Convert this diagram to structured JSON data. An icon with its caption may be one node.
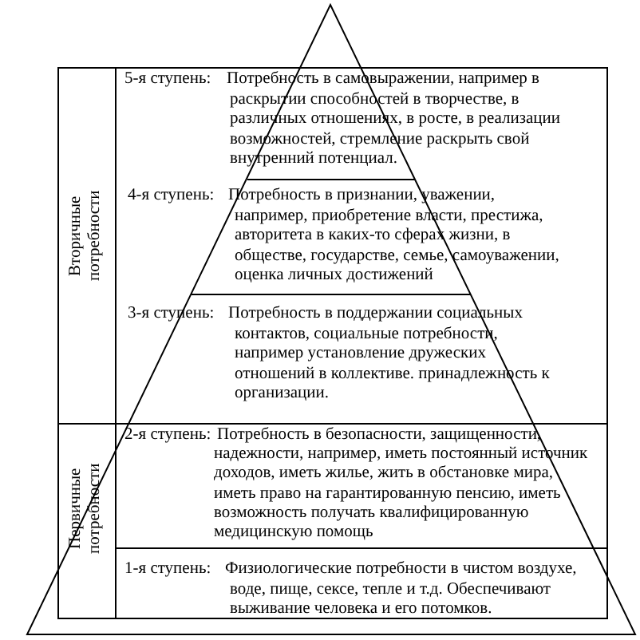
{
  "diagram": {
    "nodes": [
      {
        "text": [
          "Вторичные потребности"
        ]
      },
      {
        "text": [
          "5-я ступень:",
          "Потребность в самовыражении, например в раскрытии способностей в творчестве, в различных отношениях, в росте, в реализации возможностей, стремление раскрыть свой внутренний потенциал."
        ]
      },
      {
        "text": [
          "4-я ступень:",
          "Потребность в признании, уважении, например, приобретение власти, престижа, авторитета в каких-то сферах жизни, в обществе, государстве, семье, самоуважении, оценка личных достижений"
        ]
      },
      {
        "text": [
          "3-я ступень:",
          "Потребность в поддержании социальных контактов, социальные потребности, например установление дружеских отношений в коллективе. принадлежность к организации."
        ]
      },
      {
        "text": [
          "Первичные потребности"
        ]
      },
      {
        "text": [
          "2-я ступень:",
          "Потребность в безопасности, защищенности, надежности, например, иметь постоянный источник доходов, иметь жилье, жить в обстановке мира, иметь право на гарантированную пенсию, иметь возможность получать квалифицированную медицинскую помощь"
        ]
      },
      {
        "text": [
          "1-я ступень:",
          "Физиологические потребности в чистом воздухе, воде, пище, сексе, тепле и т.д. Обеспечивают выживание человека и его потомков."
        ]
      }
    ]
  }
}
